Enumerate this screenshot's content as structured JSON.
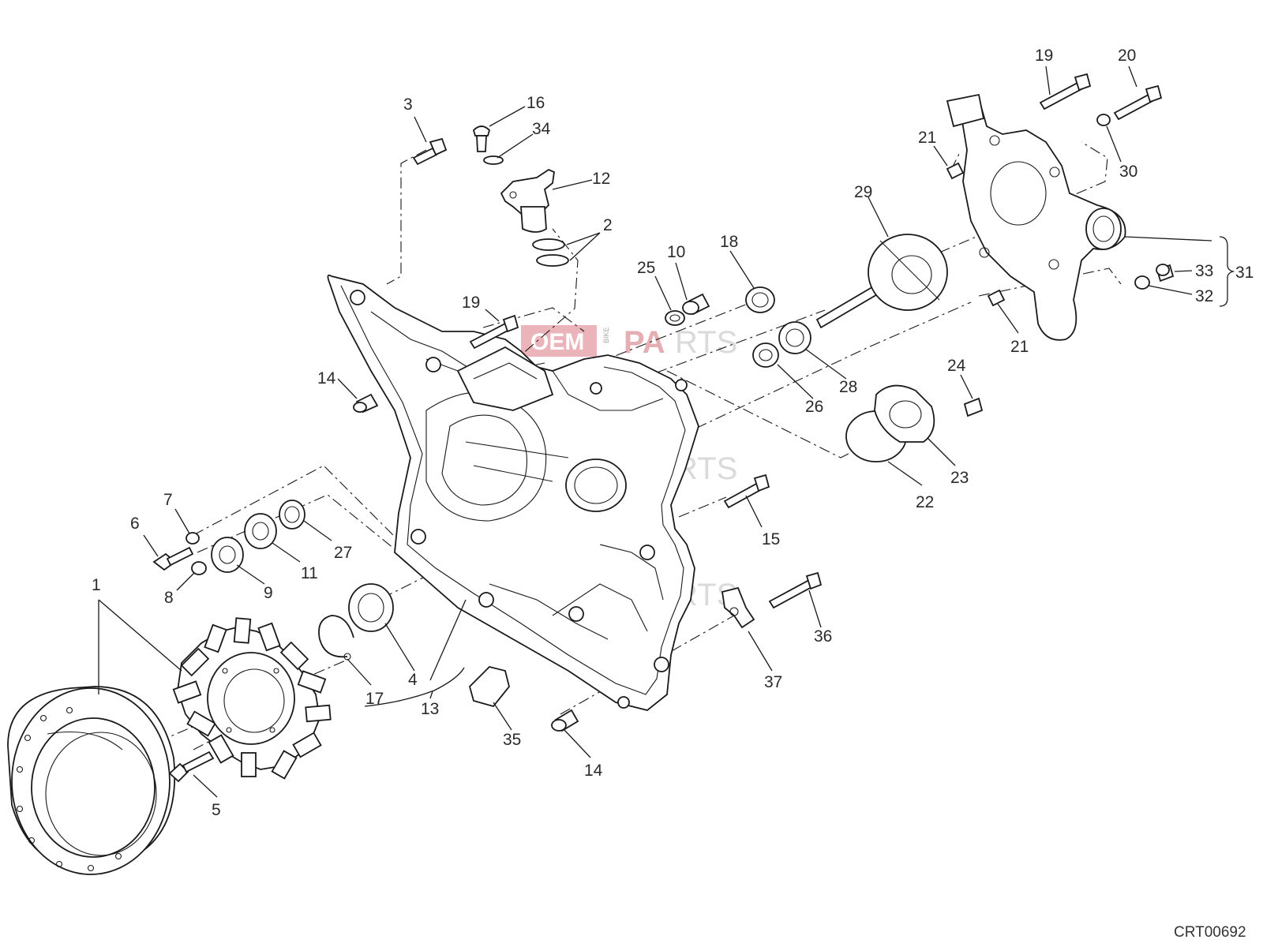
{
  "diagram": {
    "reference_code": "CRT00692",
    "watermark": {
      "oem": "OEM",
      "bike": "BIKE",
      "pa": "PA",
      "rts": "RTS"
    },
    "callouts": [
      {
        "id": "c1",
        "label": "1"
      },
      {
        "id": "c2",
        "label": "2"
      },
      {
        "id": "c3",
        "label": "3"
      },
      {
        "id": "c4",
        "label": "4"
      },
      {
        "id": "c5",
        "label": "5"
      },
      {
        "id": "c6",
        "label": "6"
      },
      {
        "id": "c7",
        "label": "7"
      },
      {
        "id": "c8",
        "label": "8"
      },
      {
        "id": "c9",
        "label": "9"
      },
      {
        "id": "c10",
        "label": "10"
      },
      {
        "id": "c11",
        "label": "11"
      },
      {
        "id": "c12",
        "label": "12"
      },
      {
        "id": "c13",
        "label": "13"
      },
      {
        "id": "c14a",
        "label": "14"
      },
      {
        "id": "c14b",
        "label": "14"
      },
      {
        "id": "c15",
        "label": "15"
      },
      {
        "id": "c16",
        "label": "16"
      },
      {
        "id": "c17",
        "label": "17"
      },
      {
        "id": "c18",
        "label": "18"
      },
      {
        "id": "c19a",
        "label": "19"
      },
      {
        "id": "c19b",
        "label": "19"
      },
      {
        "id": "c20",
        "label": "20"
      },
      {
        "id": "c21a",
        "label": "21"
      },
      {
        "id": "c21b",
        "label": "21"
      },
      {
        "id": "c22",
        "label": "22"
      },
      {
        "id": "c23",
        "label": "23"
      },
      {
        "id": "c24",
        "label": "24"
      },
      {
        "id": "c25",
        "label": "25"
      },
      {
        "id": "c26",
        "label": "26"
      },
      {
        "id": "c27",
        "label": "27"
      },
      {
        "id": "c28",
        "label": "28"
      },
      {
        "id": "c29",
        "label": "29"
      },
      {
        "id": "c30",
        "label": "30"
      },
      {
        "id": "c31",
        "label": "31"
      },
      {
        "id": "c32",
        "label": "32"
      },
      {
        "id": "c33",
        "label": "33"
      },
      {
        "id": "c34",
        "label": "34"
      },
      {
        "id": "c35",
        "label": "35"
      },
      {
        "id": "c36",
        "label": "36"
      },
      {
        "id": "c37",
        "label": "37"
      }
    ]
  }
}
